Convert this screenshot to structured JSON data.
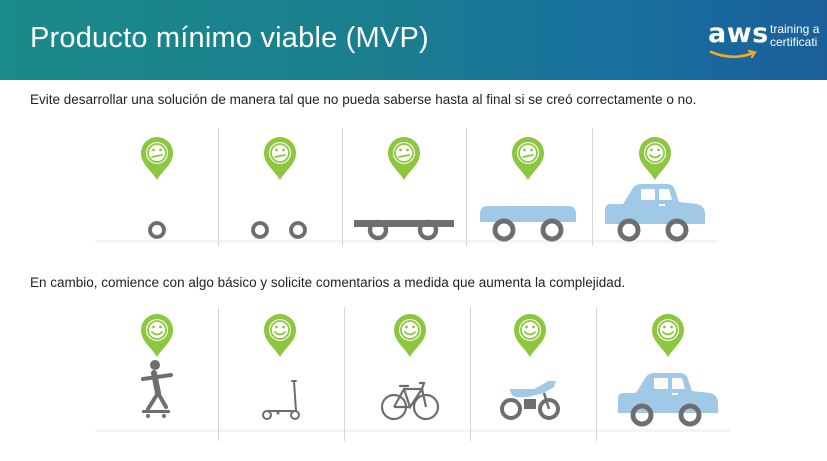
{
  "header": {
    "title": "Producto mínimo viable (MVP)",
    "logo_text": "aws",
    "logo_sub_line1": "training a",
    "logo_sub_line2": "certificati"
  },
  "captions": {
    "top": "Evite desarrollar una solución de manera tal que no pueda saberse hasta al final si se creó correctamente o no.",
    "bottom": "En cambio, comience con algo básico y solicite comentarios a medida que aumenta la complejidad."
  },
  "colors": {
    "pin": "#8dc63f",
    "vehicle": "#9fc9e6",
    "wheel": "#6d6e71",
    "divider": "#d6d6d6"
  },
  "top_row": [
    {
      "stage": "one-wheel",
      "face": "meh-face-icon"
    },
    {
      "stage": "two-wheels",
      "face": "meh-face-icon"
    },
    {
      "stage": "chassis",
      "face": "meh-face-icon"
    },
    {
      "stage": "car-body",
      "face": "meh-face-icon"
    },
    {
      "stage": "car",
      "face": "smile-face-icon"
    }
  ],
  "bottom_row": [
    {
      "stage": "skateboard",
      "face": "smile-face-icon"
    },
    {
      "stage": "scooter",
      "face": "smile-face-icon"
    },
    {
      "stage": "bicycle",
      "face": "smile-face-icon"
    },
    {
      "stage": "motorcycle",
      "face": "smile-face-icon"
    },
    {
      "stage": "car",
      "face": "smile-face-icon"
    }
  ]
}
